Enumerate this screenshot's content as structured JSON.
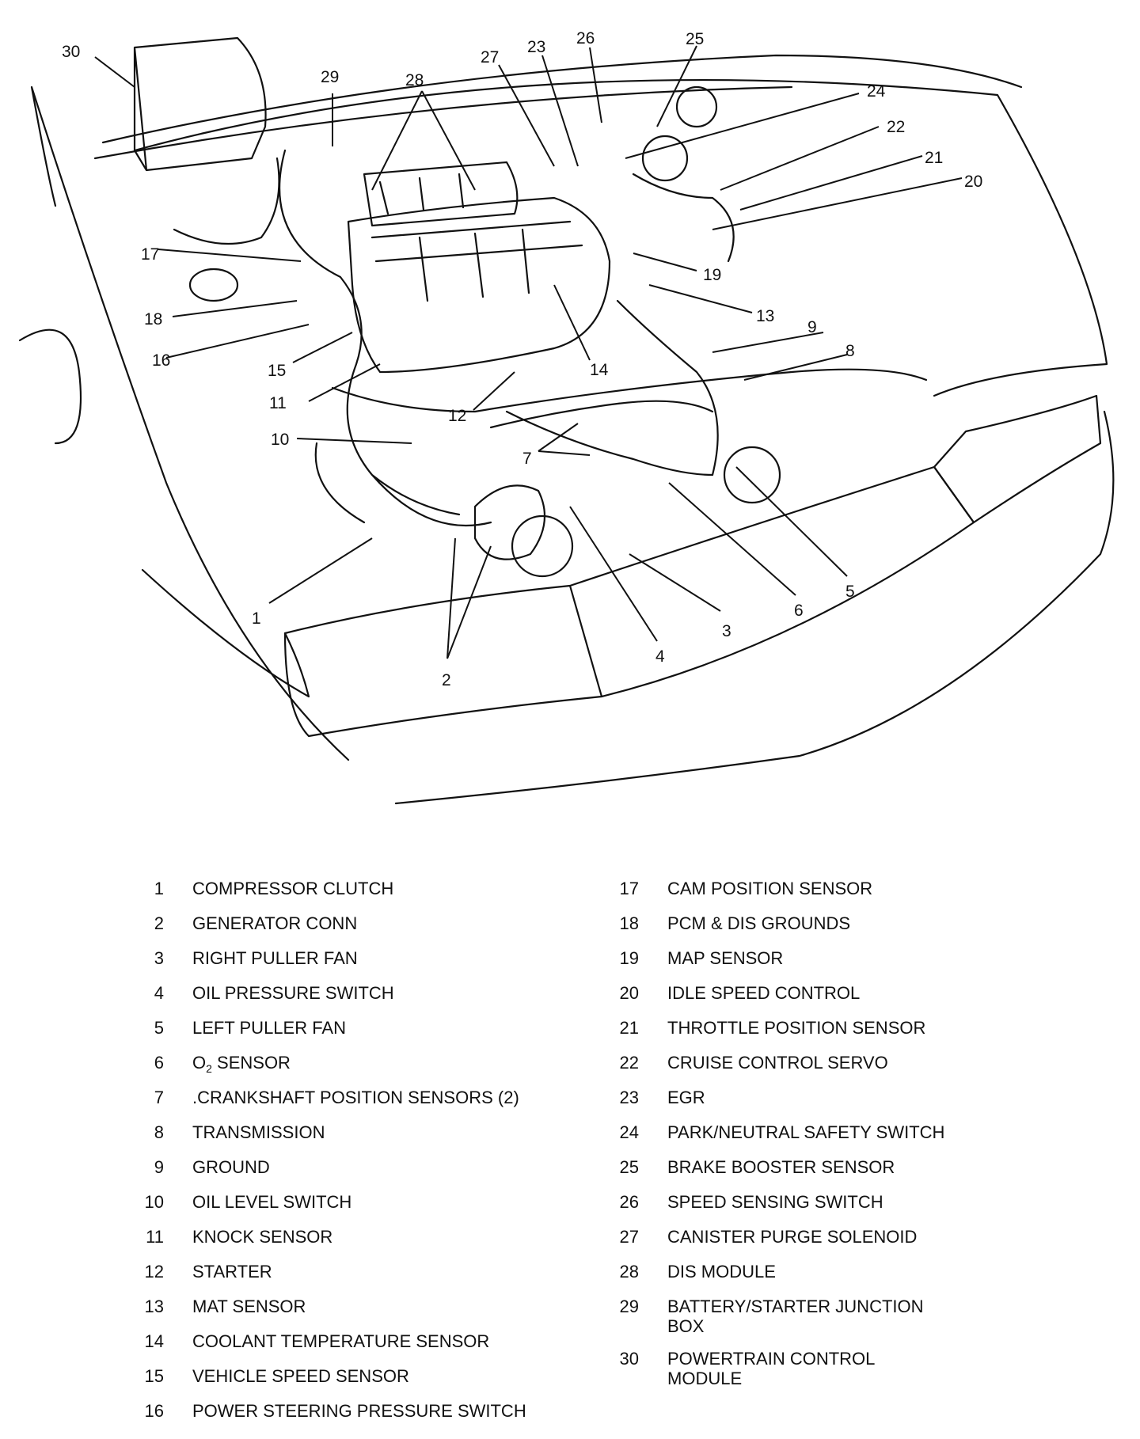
{
  "callouts": [
    "1",
    "2",
    "3",
    "4",
    "5",
    "6",
    "7",
    "8",
    "9",
    "10",
    "11",
    "12",
    "13",
    "14",
    "15",
    "16",
    "17",
    "18",
    "19",
    "20",
    "21",
    "22",
    "23",
    "24",
    "25",
    "26",
    "27",
    "28",
    "29",
    "30"
  ],
  "legend": {
    "left": [
      {
        "num": "1",
        "label": "COMPRESSOR CLUTCH"
      },
      {
        "num": "2",
        "label": "GENERATOR CONN"
      },
      {
        "num": "3",
        "label": "RIGHT PULLER FAN"
      },
      {
        "num": "4",
        "label": "OIL PRESSURE SWITCH"
      },
      {
        "num": "5",
        "label": "LEFT PULLER FAN"
      },
      {
        "num": "6",
        "label_prefix": "O",
        "label_sub": "2",
        "label_suffix": " SENSOR"
      },
      {
        "num": "7",
        "label": ".CRANKSHAFT POSITION SENSORS (2)"
      },
      {
        "num": "8",
        "label": "TRANSMISSION"
      },
      {
        "num": "9",
        "label": "GROUND"
      },
      {
        "num": "10",
        "label": "OIL LEVEL SWITCH"
      },
      {
        "num": "11",
        "label": "KNOCK SENSOR"
      },
      {
        "num": "12",
        "label": "STARTER"
      },
      {
        "num": "13",
        "label": "MAT SENSOR"
      },
      {
        "num": "14",
        "label": "COOLANT TEMPERATURE SENSOR"
      },
      {
        "num": "15",
        "label": "VEHICLE SPEED SENSOR"
      },
      {
        "num": "16",
        "label": "POWER STEERING PRESSURE SWITCH"
      }
    ],
    "right": [
      {
        "num": "17",
        "label": "CAM POSITION SENSOR"
      },
      {
        "num": "18",
        "label": "PCM & DIS GROUNDS"
      },
      {
        "num": "19",
        "label": "MAP SENSOR"
      },
      {
        "num": "20",
        "label": "IDLE SPEED CONTROL"
      },
      {
        "num": "21",
        "label": "THROTTLE POSITION SENSOR"
      },
      {
        "num": "22",
        "label": "CRUISE CONTROL SERVO"
      },
      {
        "num": "23",
        "label": "EGR"
      },
      {
        "num": "24",
        "label": "PARK/NEUTRAL SAFETY SWITCH"
      },
      {
        "num": "25",
        "label": "BRAKE BOOSTER SENSOR"
      },
      {
        "num": "26",
        "label": "SPEED SENSING SWITCH"
      },
      {
        "num": "27",
        "label": "CANISTER PURGE SOLENOID"
      },
      {
        "num": "28",
        "label": "DIS MODULE"
      },
      {
        "num": "29",
        "label": "BATTERY/STARTER JUNCTION BOX"
      },
      {
        "num": "30",
        "label": "POWERTRAIN CONTROL MODULE"
      }
    ]
  }
}
